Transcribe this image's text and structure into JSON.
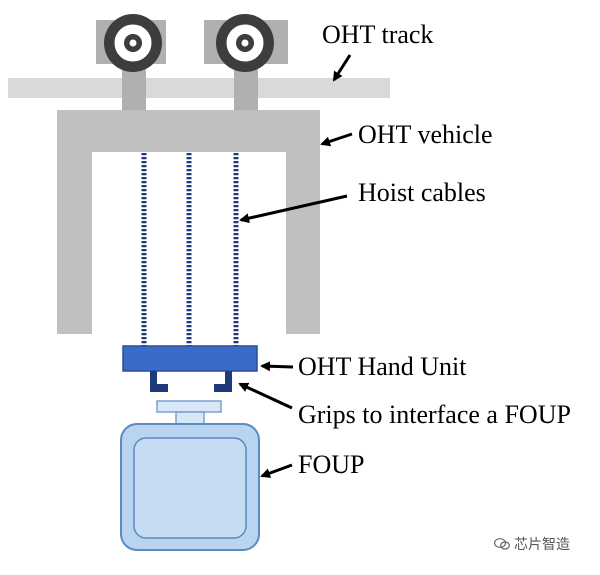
{
  "labels": {
    "oht_track": "OHT track",
    "oht_vehicle": "OHT vehicle",
    "hoist_cables": "Hoist cables",
    "oht_hand_unit": "OHT Hand Unit",
    "grips": "Grips to interface a FOUP",
    "foup": "FOUP"
  },
  "watermark": {
    "text": "芯片智造",
    "icon": "wechat-icon"
  },
  "colors": {
    "frame_gray": "#c0c0c0",
    "track_gray": "#d9d9d9",
    "wheel_dark": "#444444",
    "cable_blue": "#1f3a7a",
    "hand_unit_blue": "#3a6bc8",
    "hand_unit_border": "#2a4f9a",
    "grip_blue": "#1f3a7a",
    "foup_fill": "#b8d4f0",
    "foup_border": "#5a8ac0"
  }
}
